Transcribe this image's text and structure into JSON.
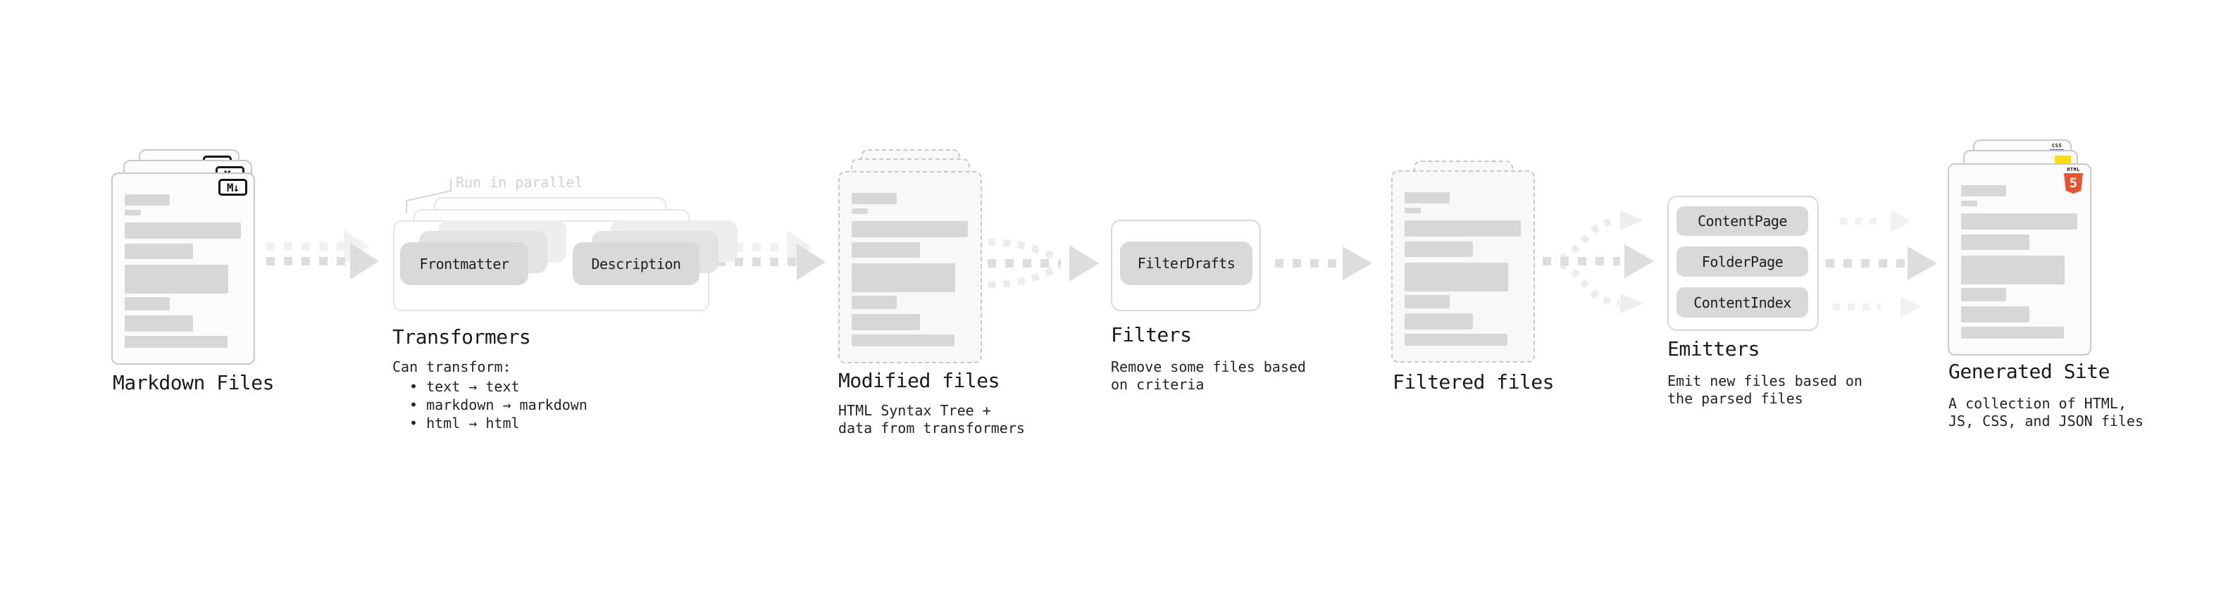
{
  "diagram": {
    "markdown": {
      "title": "Markdown Files",
      "badge": "M↓"
    },
    "transformers": {
      "note": "Run in parallel",
      "input_button": "Frontmatter",
      "output_button": "Description",
      "title": "Transformers",
      "desc_heading": "Can transform:",
      "bullets": [
        "• text → text",
        "• markdown → markdown",
        "• html → html"
      ]
    },
    "modified": {
      "title": "Modified files",
      "subtitle": "HTML Syntax Tree +\ndata from transformers"
    },
    "filters": {
      "button": "FilterDrafts",
      "title": "Filters",
      "subtitle": "Remove some files based\non criteria"
    },
    "filtered": {
      "title": "Filtered files"
    },
    "emitters": {
      "buttons": [
        "ContentPage",
        "FolderPage",
        "ContentIndex"
      ],
      "title": "Emitters",
      "subtitle": "Emit new files based on\nthe parsed files"
    },
    "generated": {
      "title": "Generated Site",
      "subtitle": "A collection of HTML,\nJS, CSS, and JSON files",
      "badges": {
        "css": "CSS",
        "html_word": "HTML",
        "html_number": "5"
      }
    }
  },
  "colors": {
    "arrow_dark": "#dddddd",
    "arrow_light": "#f1f1f1",
    "html5_orange": "#e8542f",
    "js_yellow": "#ffdf00",
    "css_blue": "#2b64e0"
  }
}
